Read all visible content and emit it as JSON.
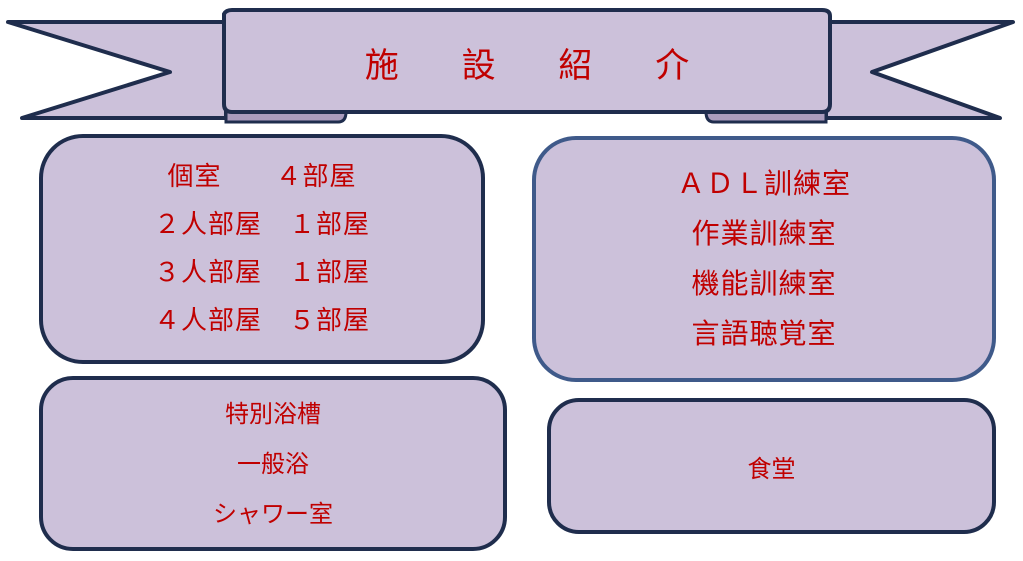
{
  "banner": {
    "title": "施 設 紹 介"
  },
  "rooms": {
    "lines": [
      "個室　　４部屋",
      "２人部屋　１部屋",
      "３人部屋　１部屋",
      "４人部屋　５部屋"
    ]
  },
  "training": {
    "lines": [
      "ＡＤＬ訓練室",
      "作業訓練室",
      "機能訓練室",
      "言語聴覚室"
    ]
  },
  "bath": {
    "lines": [
      "特別浴槽",
      "一般浴",
      "シャワー室"
    ]
  },
  "dining": {
    "label": "食堂"
  },
  "colors": {
    "panel_fill": "#ccc1da",
    "border": "#1f2d4d",
    "text": "#c00000"
  }
}
